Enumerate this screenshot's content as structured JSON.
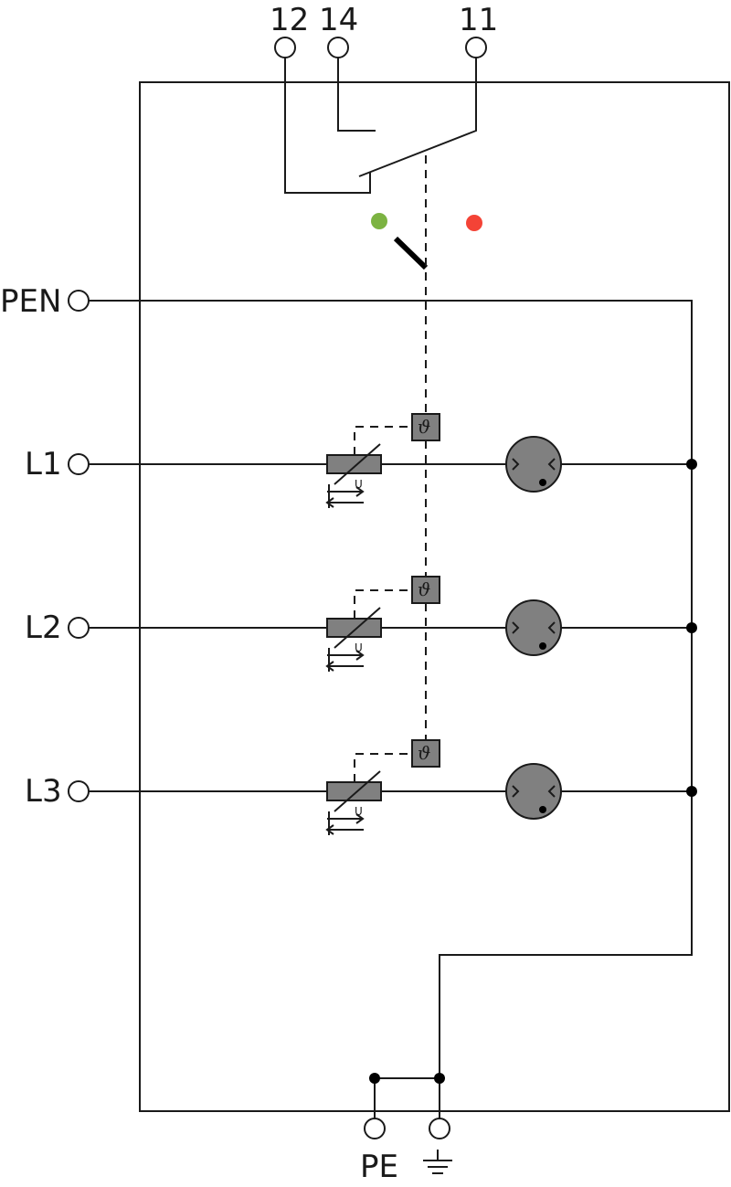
{
  "terminals": {
    "t12": "12",
    "t14": "14",
    "t11": "11",
    "pen": "PEN",
    "l1": "L1",
    "l2": "L2",
    "l3": "L3",
    "pe": "PE",
    "ground": "⏚"
  },
  "thermal_symbol": "ϑ",
  "varistor_mark": "U",
  "colors": {
    "indicator_ok": "#7cb342",
    "indicator_fault": "#f44336",
    "component_fill": "#808080"
  }
}
